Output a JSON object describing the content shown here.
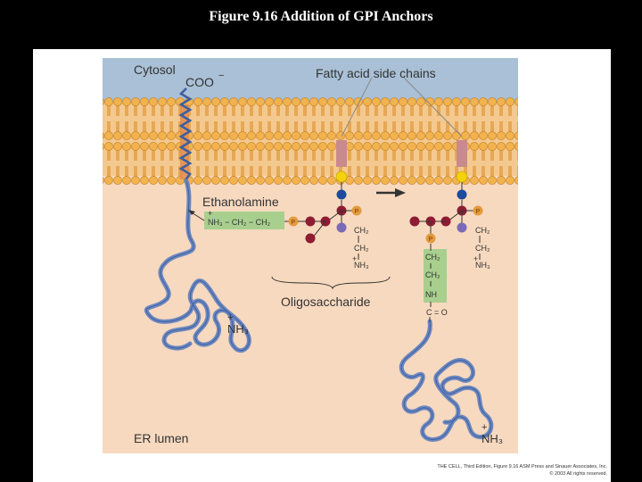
{
  "slide": {
    "title": "Figure 9.16  Addition of GPI Anchors"
  },
  "diagram": {
    "region_labels": {
      "cytosol": "Cytosol",
      "er_lumen": "ER lumen"
    },
    "fatty_acid_label": "Fatty acid side chains",
    "coo_label": "COO",
    "coo_charge": "−",
    "ethanolamine_label": "Ethanolamine",
    "ethanolamine_formula": "NH₃ − CH₂ − CH₂",
    "plus_sign": "+",
    "phosphate_label": "P",
    "ch2_label": "CH₂",
    "nh3_label": "NH₃",
    "nh_label": "NH",
    "carbonyl_label": "C = O",
    "oligosaccharide_label": "Oligosaccharide"
  },
  "credit": {
    "line1": "THE CELL, Third Edition, Figure 9.16  ASM Press and Sinauer Associates, Inc.",
    "line2": "© 2003 All rights reserved."
  },
  "colors": {
    "cytosol": "#a9c0d6",
    "er_lumen": "#f7d9bf",
    "lipid_head": "#f2b24e",
    "protein": "#6d88c0",
    "ethanolamine_box": "#a8cf8e",
    "phosphate": "#e39a3f",
    "sugar_red": "#8e1c33",
    "sugar_blue": "#1d4a9e",
    "sugar_purple": "#7a6bb6",
    "yellow": "#f4d20c"
  }
}
